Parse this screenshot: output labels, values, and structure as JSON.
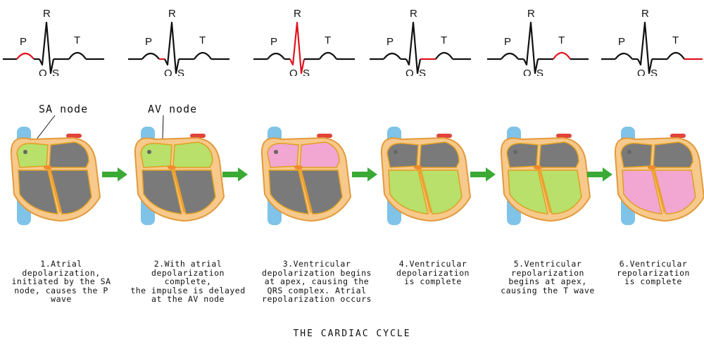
{
  "ecg_labels": {
    "p": "P",
    "q": "Q",
    "r": "R",
    "s": "S",
    "t": "T"
  },
  "node_labels": {
    "sa": "SA node",
    "av": "AV node"
  },
  "steps": [
    {
      "caption": "1.Atrial depolarization,\ninitiated by the SA\nnode, causes the P\nwave",
      "highlight": "P"
    },
    {
      "caption": "2.With atrial\ndepolarization complete,\nthe impulse is delayed\nat the AV node",
      "highlight": "PR"
    },
    {
      "caption": "3.Ventricular\ndepolarization begins\nat apex, causing the\nQRS complex. Atrial\nrepolarization occurs",
      "highlight": "QRS"
    },
    {
      "caption": "4.Ventricular\ndepolarization\nis complete",
      "highlight": "ST"
    },
    {
      "caption": "5.Ventricular\nrepolarization\nbegins at apex,\ncausing the T wave",
      "highlight": "T"
    },
    {
      "caption": "6.Ventricular\nrepolarization\nis complete",
      "highlight": "TP"
    }
  ],
  "title": "THE CARDIAC CYCLE",
  "side_id": "371946151",
  "colors": {
    "highlight": "#e0141e",
    "trace": "#111111",
    "arrow": "#3aaa35",
    "depolarized": "#b8e06a",
    "repolarized": "#f2a6d2",
    "chamber": "#7a7a7a",
    "vessel": "#7fc3e8",
    "muscle": "#f7c98c"
  }
}
